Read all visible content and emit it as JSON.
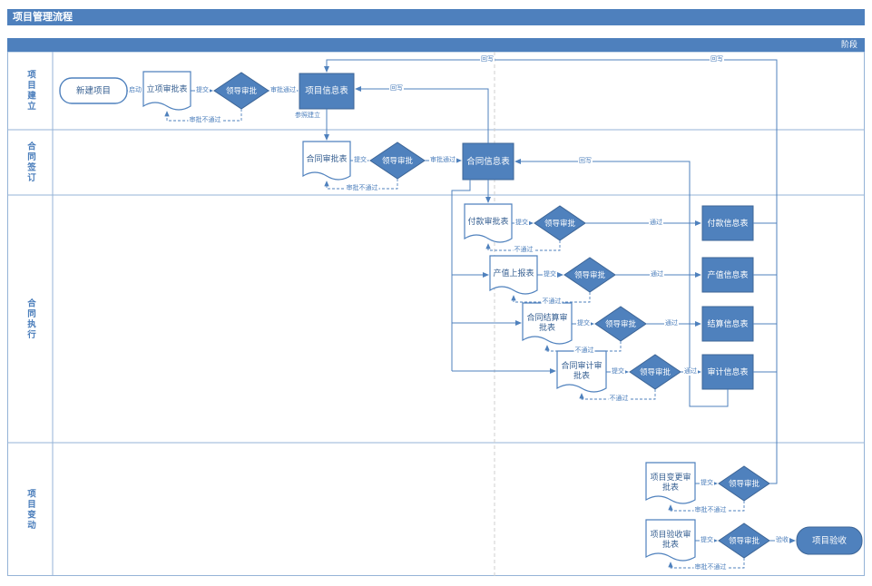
{
  "title": "项目管理流程",
  "phase_header": "阶段",
  "colors": {
    "accent": "#4f81bd",
    "header_bg": "#4e80bd",
    "shape_fill": "#4f81bd",
    "doc_text": "#365f91",
    "lane_line": "#95b3d7"
  },
  "lanes": [
    {
      "label": "项目建立"
    },
    {
      "label": "合同签订"
    },
    {
      "label": "合同执行"
    },
    {
      "label": "项目变动"
    }
  ],
  "nodes": {
    "new_project": {
      "label": "新建项目",
      "type": "start"
    },
    "setup_form": {
      "label": "立项审批表",
      "type": "document"
    },
    "setup_approval": {
      "label": "领导审批",
      "type": "decision"
    },
    "project_info": {
      "label": "项目信息表",
      "type": "data"
    },
    "contract_form": {
      "label": "合同审批表",
      "type": "document"
    },
    "contract_approval": {
      "label": "领导审批",
      "type": "decision"
    },
    "contract_info": {
      "label": "合同信息表",
      "type": "data"
    },
    "payment_form": {
      "label": "付款审批表",
      "type": "document"
    },
    "payment_approval": {
      "label": "领导审批",
      "type": "decision"
    },
    "payment_info": {
      "label": "付款信息表",
      "type": "data"
    },
    "output_form": {
      "label": "产值上报表",
      "type": "document"
    },
    "output_approval": {
      "label": "领导审批",
      "type": "decision"
    },
    "output_info": {
      "label": "产值信息表",
      "type": "data"
    },
    "settlement_form": {
      "label": "合同结算审\n批表",
      "type": "document"
    },
    "settlement_approval": {
      "label": "领导审批",
      "type": "decision"
    },
    "settlement_info": {
      "label": "结算信息表",
      "type": "data"
    },
    "audit_form": {
      "label": "合同审计审\n批表",
      "type": "document"
    },
    "audit_approval": {
      "label": "领导审批",
      "type": "decision"
    },
    "audit_info": {
      "label": "审计信息表",
      "type": "data"
    },
    "change_form": {
      "label": "项目变更审\n批表",
      "type": "document"
    },
    "change_approval": {
      "label": "领导审批",
      "type": "decision"
    },
    "acceptance_form": {
      "label": "项目验收审\n批表",
      "type": "document"
    },
    "acceptance_approval": {
      "label": "领导审批",
      "type": "decision"
    },
    "project_acceptance": {
      "label": "项目验收",
      "type": "end"
    }
  },
  "edge_labels": {
    "start": "启动",
    "submit": "提交",
    "approved": "审批通过",
    "rejected": "审批不通过",
    "reference_create": "参照建立",
    "writeback": "回写",
    "pass": "通过",
    "fail": "不通过",
    "accept": "验收"
  }
}
